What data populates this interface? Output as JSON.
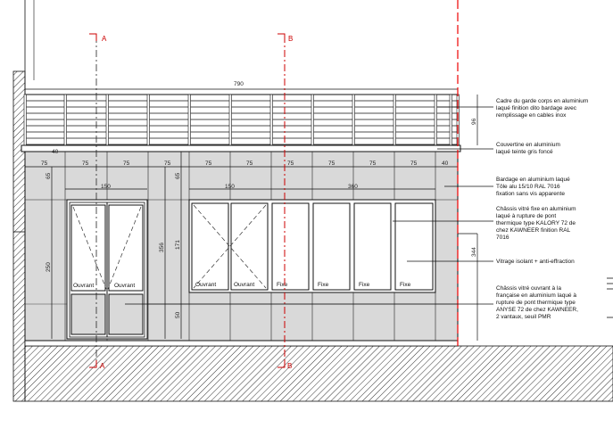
{
  "section_marks": {
    "a_top": "A",
    "b_top": "B",
    "a_bottom": "A",
    "b_bottom": "B"
  },
  "dimensions": {
    "overall_width": "790",
    "top_modules": [
      "75",
      "75",
      "75",
      "75",
      "75",
      "75",
      "75",
      "75",
      "75",
      "75",
      "40"
    ],
    "small_top": "40",
    "door_width": "150",
    "window_left_width": "150",
    "window_right_width": "360",
    "door_height": "250",
    "total_height": "356",
    "window_height": "171",
    "top_offset_left": "65",
    "top_offset_mid": "65",
    "sill_height": "50",
    "railing_height": "96",
    "right_height": "344"
  },
  "leaf_labels": {
    "door_left": "Ouvrant",
    "door_right": "Ouvrant",
    "win_1": "Ouvrant",
    "win_2": "Ouvrant",
    "fixe_1": "Fixe",
    "fixe_2": "Fixe",
    "fixe_3": "Fixe",
    "fixe_4": "Fixe"
  },
  "annotations": [
    {
      "lines": [
        "Cadre du garde corps en aluminium",
        "laqué finition dito bardage avec",
        "remplissage en cables inox"
      ]
    },
    {
      "lines": [
        "Couvertine en aluminium",
        "laqué teinte gris foncé"
      ]
    },
    {
      "lines": [
        "Bardage en aluminium laqué",
        "Tôle alu 15/10 RAL 7016",
        "fixation sans vis apparente"
      ]
    },
    {
      "lines": [
        "Châssis vitré fixe en aluminium",
        "laqué à rupture de pont",
        "thermique type KALORY 72 de",
        "chez KAWNEER finition RAL",
        "7016"
      ]
    },
    {
      "lines": [
        "Vitrage isolant + anti-effraction"
      ]
    },
    {
      "lines": [
        "Châssis vitré ouvrant à la",
        "française en aluminium laqué à",
        "rupture de pont thermique type",
        "ANYSE 72 de chez KAWNEER,",
        "2 vantaux, seuil PMR"
      ]
    }
  ],
  "colors": {
    "cladding": "#d9d9d9",
    "section_line": "#cc0000",
    "ink": "#111111"
  }
}
